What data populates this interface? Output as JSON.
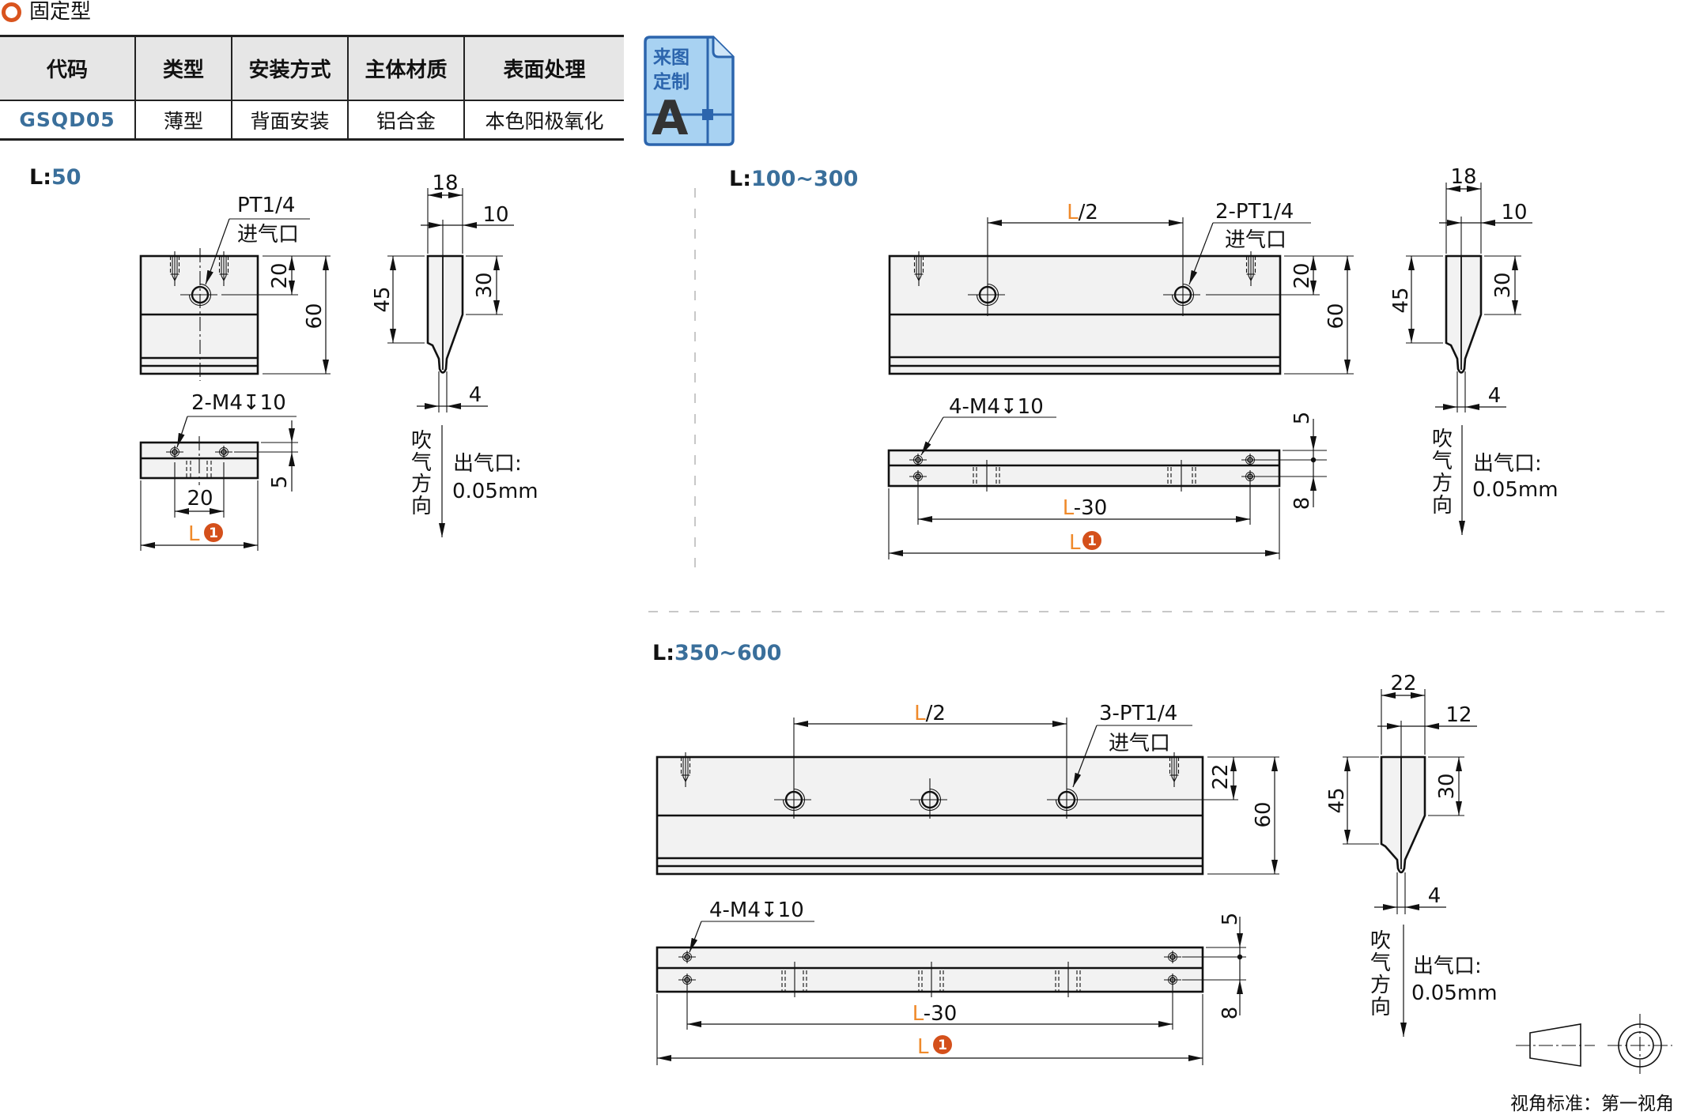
{
  "section": {
    "icon": "circle-outline-icon",
    "title": "固定型"
  },
  "spec_table": {
    "headers": [
      "代码",
      "类型",
      "安装方式",
      "主体材质",
      "表面处理"
    ],
    "rows": [
      [
        "GSQD05",
        "薄型",
        "背面安装",
        "铝合金",
        "本色阳极氧化"
      ]
    ]
  },
  "custom_badge": {
    "icon": "blueprint-document-icon",
    "line1": "来图",
    "line2": "定制",
    "letter": "A"
  },
  "variants": {
    "l50": {
      "label_prefix": "L:",
      "label_range": "50",
      "front_view": {
        "port_callout": "PT1/4",
        "port_name": "进气口",
        "port_offset_dim": "20",
        "height_dim": "60"
      },
      "bottom_view": {
        "hole_callout": "2-M4↧10",
        "edge_offset_dim": "5",
        "hole_pitch_dim": "20",
        "length_symbol": "L",
        "length_note_number": "1"
      },
      "side_view": {
        "width_dim": "18",
        "center_offset_dim": "10",
        "body_height_dim": "45",
        "straight_height_dim": "30",
        "nozzle_width_dim": "4",
        "blow_direction_chars": [
          "吹",
          "气",
          "方",
          "向"
        ],
        "outlet_label": "出气口:",
        "outlet_gap": "0.05mm"
      }
    },
    "l100_300": {
      "label_prefix": "L:",
      "label_range": "100~300",
      "front_view": {
        "pitch_symbol": "L",
        "pitch_suffix": "/2",
        "port_callout": "2-PT1/4",
        "port_name": "进气口",
        "port_offset_dim": "20",
        "height_dim": "60"
      },
      "bottom_view": {
        "hole_callout": "4-M4↧10",
        "edge_offset_dim": "5",
        "row_pitch_dim": "8",
        "span_symbol": "L",
        "span_suffix": "-30",
        "length_symbol": "L",
        "length_note_number": "1"
      },
      "side_view": {
        "width_dim": "18",
        "center_offset_dim": "10",
        "body_height_dim": "45",
        "straight_height_dim": "30",
        "nozzle_width_dim": "4",
        "blow_direction_chars": [
          "吹",
          "气",
          "方",
          "向"
        ],
        "outlet_label": "出气口:",
        "outlet_gap": "0.05mm"
      }
    },
    "l350_600": {
      "label_prefix": "L:",
      "label_range": "350~600",
      "front_view": {
        "pitch_symbol": "L",
        "pitch_suffix": "/2",
        "port_callout": "3-PT1/4",
        "port_name": "进气口",
        "port_offset_dim": "22",
        "height_dim": "60"
      },
      "bottom_view": {
        "hole_callout": "4-M4↧10",
        "edge_offset_dim": "5",
        "row_pitch_dim": "8",
        "span_symbol": "L",
        "span_suffix": "-30",
        "length_symbol": "L",
        "length_note_number": "1"
      },
      "side_view": {
        "width_dim": "22",
        "center_offset_dim": "12",
        "body_height_dim": "45",
        "straight_height_dim": "30",
        "nozzle_width_dim": "4",
        "blow_direction_chars": [
          "吹",
          "气",
          "方",
          "向"
        ],
        "outlet_label": "出气口:",
        "outlet_gap": "0.05mm"
      }
    }
  },
  "projection": {
    "icon": "first-angle-projection-icon",
    "label": "视角标准：第一视角"
  },
  "colors": {
    "accent_blue": "#3a6f9b",
    "length_orange": "#ef8a2b",
    "note_circle": "#d4501b",
    "section_icon": "#d9541e",
    "header_bg": "#e6e6e6",
    "part_fill": "#f2f2f2",
    "badge_fill": "#a8d2f2",
    "badge_stroke": "#2c65ad"
  }
}
